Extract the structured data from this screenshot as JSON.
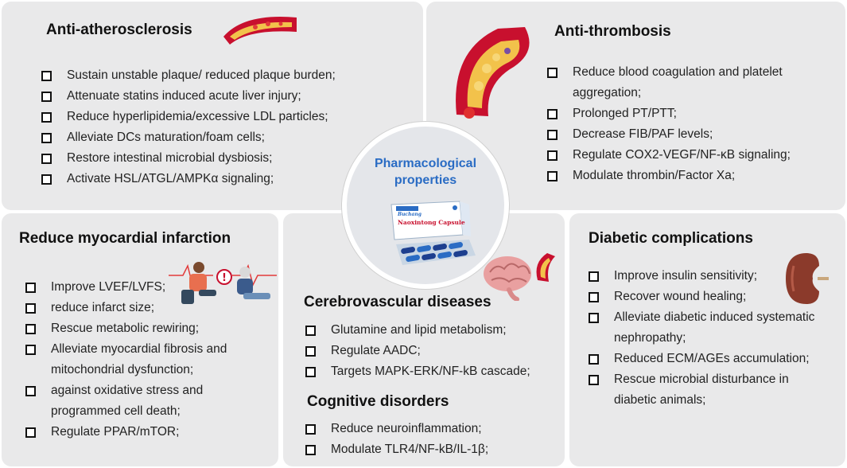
{
  "center": {
    "title_line1": "Pharmacological",
    "title_line2": "properties",
    "capsule_brand": "Buchang",
    "capsule_name": "Naoxintong Capsule"
  },
  "panels": {
    "atherosclerosis": {
      "title": "Anti-atherosclerosis",
      "items": [
        "Sustain unstable plaque/ reduced plaque burden;",
        "Attenuate statins induced acute liver injury;",
        "Reduce hyperlipidemia/excessive LDL particles;",
        "Alleviate DCs maturation/foam cells;",
        "Restore intestinal microbial dysbiosis;",
        "Activate HSL/ATGL/AMPKα signaling;"
      ]
    },
    "thrombosis": {
      "title": "Anti-thrombosis",
      "items": [
        "Reduce blood coagulation and platelet",
        "aggregation;",
        "Prolonged PT/PTT;",
        "Decrease FIB/PAF levels;",
        "Regulate COX2-VEGF/NF-κB signaling;",
        "Modulate thrombin/Factor Xa;"
      ]
    },
    "myocardial": {
      "title": "Reduce myocardial infarction",
      "items": [
        "Improve LVEF/LVFS;",
        "reduce infarct size;",
        "Rescue metabolic rewiring;",
        "Alleviate myocardial fibrosis and",
        "mitochondrial dysfunction;",
        "against oxidative stress and",
        "programmed cell death;",
        "Regulate PPAR/mTOR;"
      ]
    },
    "cerebrovascular": {
      "title": "Cerebrovascular diseases",
      "items": [
        "Glutamine and lipid metabolism;",
        "Regulate AADC;",
        "Targets MAPK-ERK/NF-kB cascade;"
      ]
    },
    "cognitive": {
      "title": "Cognitive disorders",
      "items": [
        "Reduce neuroinflammation;",
        "Modulate TLR4/NF-kB/IL-1β;"
      ]
    },
    "diabetic": {
      "title": "Diabetic complications",
      "items": [
        "Improve insulin sensitivity;",
        "Recover wound healing;",
        "Alleviate diabetic induced systematic",
        "nephropathy;",
        "Reduced ECM/AGEs accumulation;",
        "Rescue microbial disturbance in",
        "diabetic animals;"
      ]
    }
  },
  "colors": {
    "panel_bg": "#e9e9ea",
    "accent_blue": "#2a6cc4",
    "artery_red": "#c8102e",
    "kidney_brown": "#8b3a2b"
  }
}
